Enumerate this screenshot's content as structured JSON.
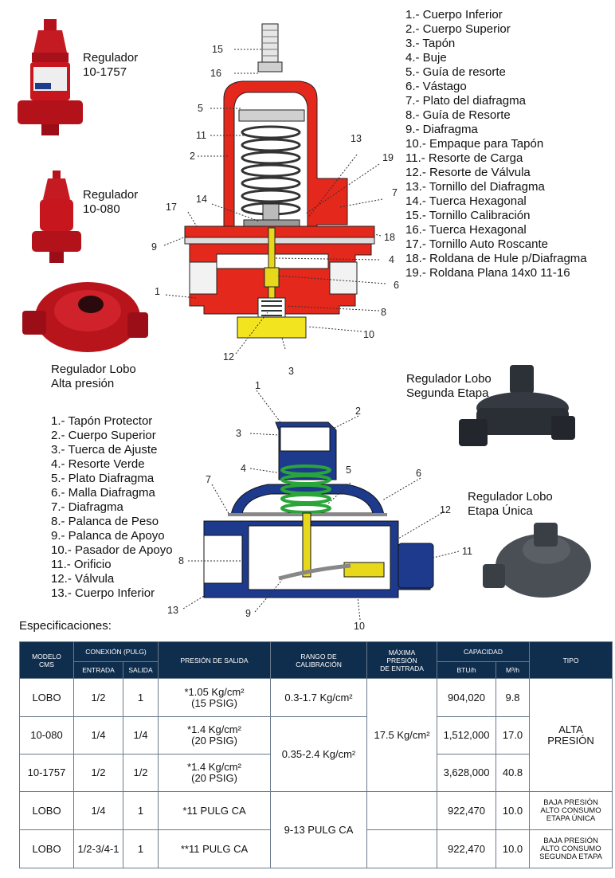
{
  "products": {
    "reg1757": "Regulador\n10-1757",
    "reg080": "Regulador\n10-080",
    "lobo_alta": "Regulador Lobo\nAlta presión",
    "lobo_segunda": "Regulador Lobo\nSegunda Etapa",
    "lobo_unica": "Regulador Lobo\nEtapa Única"
  },
  "diagram1": {
    "parts": [
      "1.- Cuerpo Inferior",
      "2.- Cuerpo Superior",
      "3.- Tapón",
      "4.- Buje",
      "5.- Guía  de resorte",
      "6.- Vástago",
      "7.- Plato del diafragma",
      "8.- Guía de Resorte",
      "9.- Diafragma",
      "10.- Empaque para Tapón",
      "11.- Resorte de Carga",
      "12.- Resorte de Válvula",
      "13.- Tornillo del Diafragma",
      "14.- Tuerca Hexagonal",
      "15.- Tornillo Calibración",
      "16.- Tuerca Hexagonal",
      "17.- Tornillo Auto Roscante",
      "18.- Roldana de Hule p/Diafragma",
      "19.- Roldana Plana 14x0 11-16"
    ],
    "callouts": [
      "15",
      "16",
      "5",
      "11",
      "2",
      "13",
      "19",
      "7",
      "14",
      "17",
      "9",
      "18",
      "4",
      "1",
      "6",
      "8",
      "10",
      "12",
      "3"
    ]
  },
  "diagram2": {
    "parts": [
      "1.- Tapón Protector",
      "2.- Cuerpo Superior",
      "3.- Tuerca de Ajuste",
      "4.- Resorte Verde",
      "5.- Plato Diafragma",
      "6.- Malla Diafragma",
      "7.- Diafragma",
      "8.- Palanca de Peso",
      "9.- Palanca de Apoyo",
      "10.- Pasador de Apoyo",
      "11.- Orificio",
      "12.- Válvula",
      "13.- Cuerpo Inferior"
    ],
    "callouts": [
      "1",
      "2",
      "3",
      "4",
      "5",
      "6",
      "7",
      "8",
      "9",
      "10",
      "11",
      "12",
      "13"
    ]
  },
  "specs": {
    "title": "Especificaciones:",
    "headers": {
      "modelo": "MODELO\nCMS",
      "conexion": "CONEXIÓN (PULG)",
      "entrada": "ENTRADA",
      "salida": "SALIDA",
      "presion_salida": "PRESIÓN DE SALIDA",
      "rango": "RANGO DE\nCALIBRACIÓN",
      "maxima": "MÁXIMA\nPRESIÓN\nDE ENTRADA",
      "capacidad": "CAPACIDAD",
      "btu": "BTU/h",
      "m3": "M³/h",
      "tipo": "TIPO"
    },
    "rows": [
      {
        "modelo": "LOBO",
        "entrada": "1/2",
        "salida": "1",
        "presion_main": "*1.05 Kg/cm²",
        "presion_sub": "(15 PSIG)",
        "btu": "904,020",
        "m3": "9.8"
      },
      {
        "modelo": "10-080",
        "entrada": "1/4",
        "salida": "1/4",
        "presion_main": "*1.4  Kg/cm²",
        "presion_sub": "(20 PSIG)",
        "btu": "1,512,000",
        "m3": "17.0"
      },
      {
        "modelo": "10-1757",
        "entrada": "1/2",
        "salida": "1/2",
        "presion_main": "*1.4  Kg/cm²",
        "presion_sub": "(20 PSIG)",
        "btu": "3,628,000",
        "m3": "40.8"
      },
      {
        "modelo": "LOBO",
        "entrada": "1/4",
        "salida": "1",
        "presion_main": "*11  PULG  CA",
        "presion_sub": "",
        "btu": "922,470",
        "m3": "10.0"
      },
      {
        "modelo": "LOBO",
        "entrada": "1/2-3/4-1",
        "salida": "1",
        "presion_main": "**11  PULG  CA",
        "presion_sub": "",
        "btu": "922,470",
        "m3": "10.0"
      }
    ],
    "rango": {
      "r1": "0.3-1.7 Kg/cm²",
      "r23": "0.35-2.4 Kg/cm²",
      "r45": "9-13 PULG CA"
    },
    "maxima": "17.5 Kg/cm²",
    "tipo": {
      "alta": "ALTA\nPRESIÓN",
      "baja_unica": "BAJA PRESIÓN\nALTO CONSUMO\nETAPA ÚNICA",
      "baja_segunda": "BAJA PRESIÓN\nALTO CONSUMO\nSEGUNDA ETAPA"
    }
  }
}
